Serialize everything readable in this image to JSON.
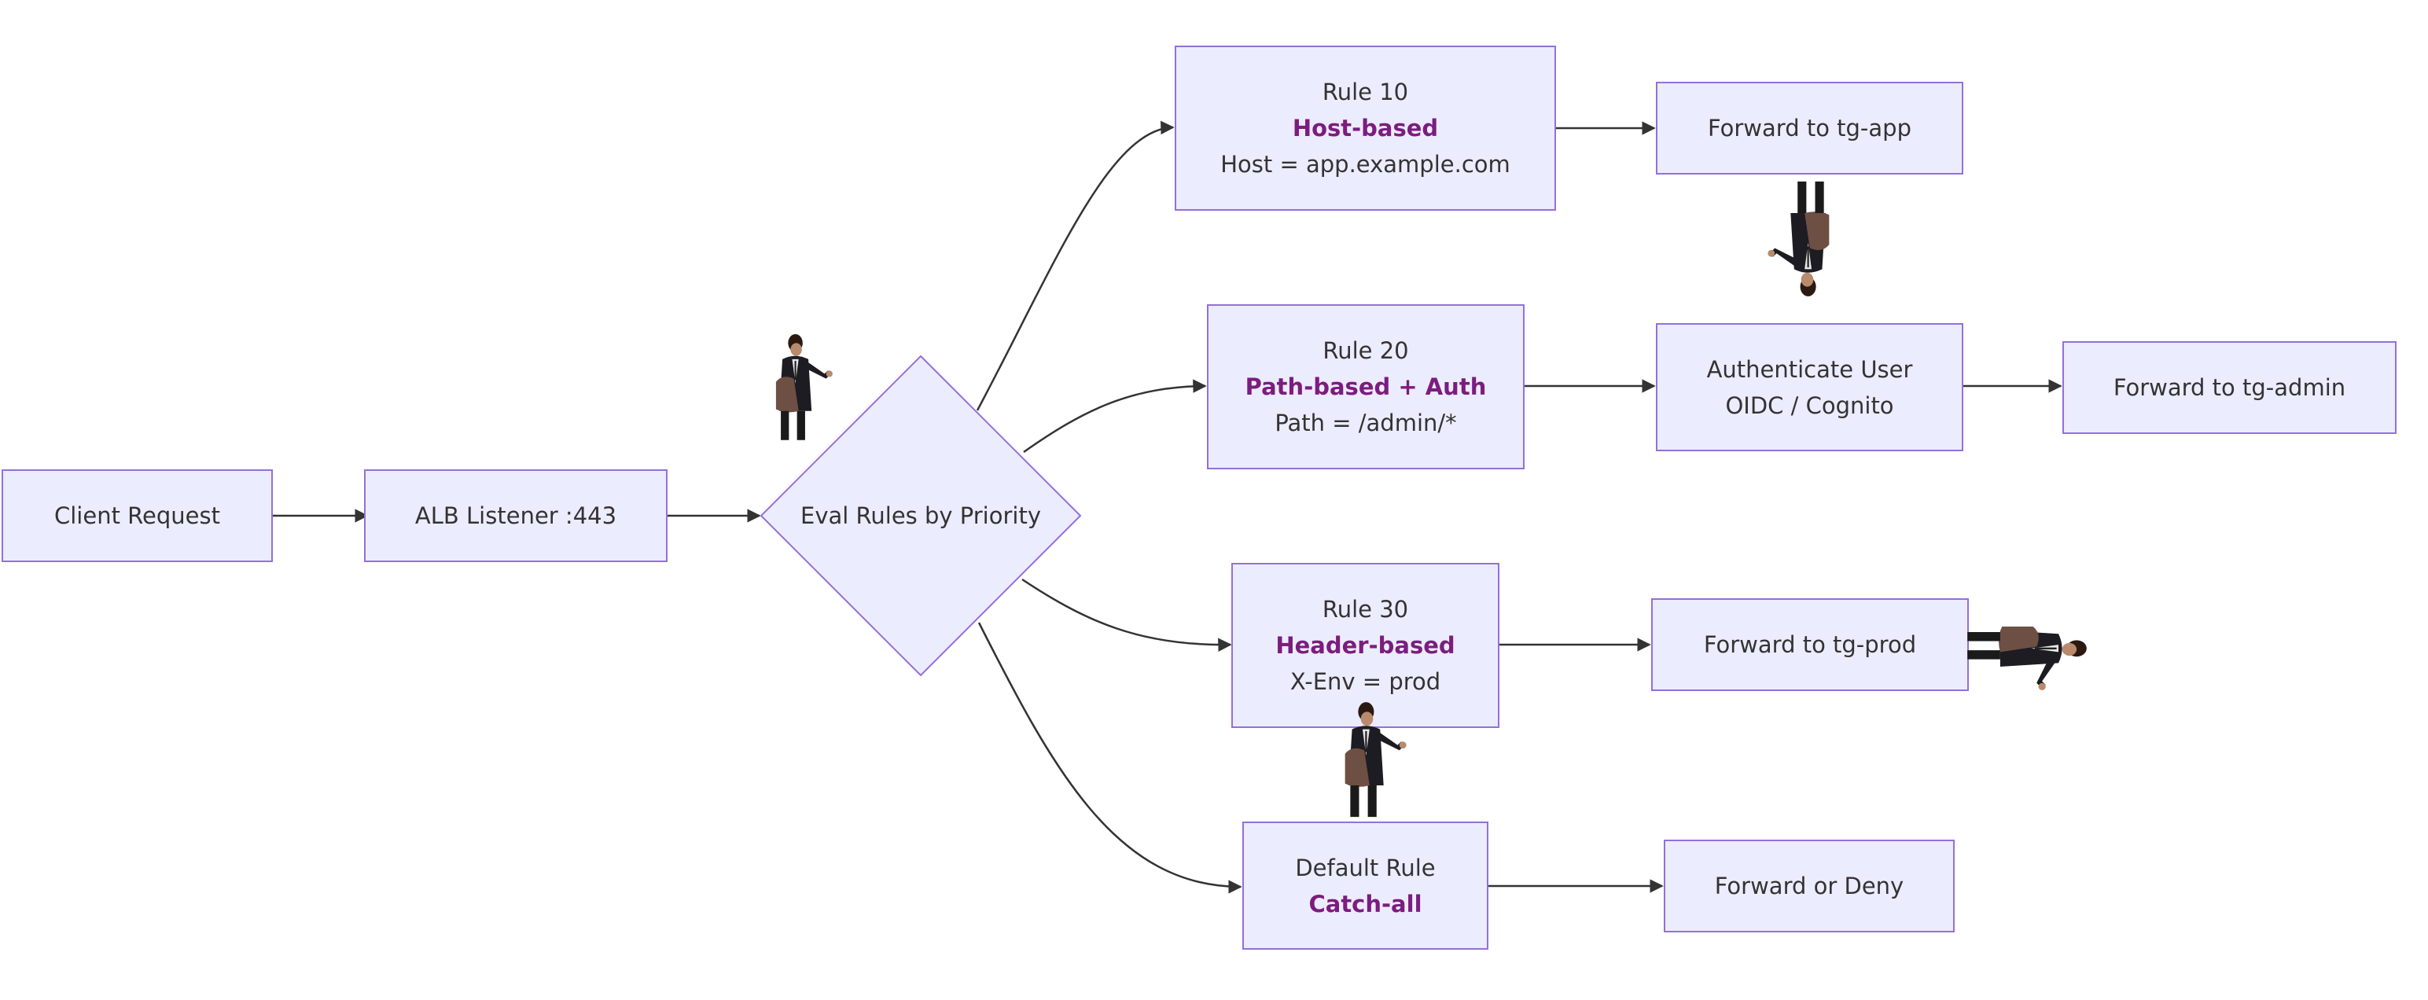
{
  "colors": {
    "node_fill": "#ECECFF",
    "node_border": "#9370DB",
    "edge": "#333333",
    "text": "#333333",
    "highlight": "#7B1D7E"
  },
  "nodes": {
    "client_request": {
      "label": "Client Request"
    },
    "alb_listener": {
      "label": "ALB Listener :443"
    },
    "eval_rules": {
      "label": "Eval Rules by Priority"
    },
    "rule10": {
      "title": "Rule 10",
      "type": "Host-based",
      "condition": "Host = app.example.com"
    },
    "rule20": {
      "title": "Rule 20",
      "type": "Path-based + Auth",
      "condition": "Path = /admin/*"
    },
    "rule30": {
      "title": "Rule 30",
      "type": "Header-based",
      "condition": "X-Env = prod"
    },
    "default_rule": {
      "title": "Default Rule",
      "type": "Catch-all"
    },
    "forward_tg_app": {
      "label": "Forward to tg-app"
    },
    "authenticate_user": {
      "line1": "Authenticate User",
      "line2": "OIDC / Cognito"
    },
    "forward_tg_admin": {
      "label": "Forward to tg-admin"
    },
    "forward_tg_prod": {
      "label": "Forward to tg-prod"
    },
    "forward_or_deny": {
      "label": "Forward or Deny"
    }
  },
  "icons": {
    "overlay_figure": "standing-man-in-suit-figure"
  }
}
